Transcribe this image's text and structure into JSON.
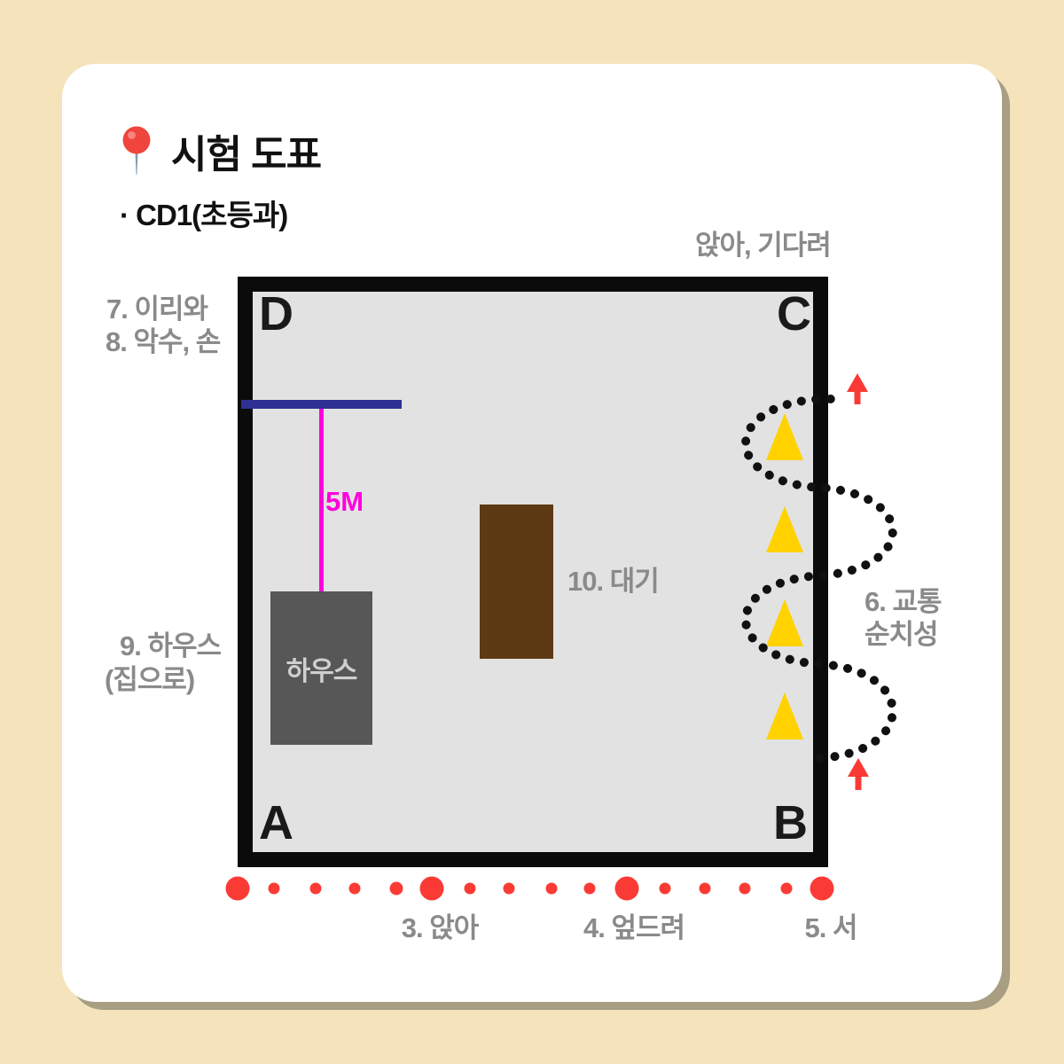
{
  "header": {
    "title": "시험 도표",
    "course": "· CD1(초등과)",
    "icon": "round-pushpin-icon"
  },
  "field": {
    "corners": {
      "top_left": "D",
      "top_right": "C",
      "bottom_left": "A",
      "bottom_right": "B"
    },
    "labels": {
      "sit_wait": "앉아, 기다려",
      "come": "7. 이리와",
      "handshake": "8. 악수, 손",
      "house_step": "9. 하우스",
      "house_paren": "(집으로)",
      "distance": "5M",
      "house_box": "하우스",
      "wait": "10. 대기",
      "traffic_line1": "6. 교통",
      "traffic_line2": "순치성",
      "sit": "3. 앉아",
      "down": "4. 엎드려",
      "stand": "5. 서"
    },
    "icons": {
      "cones": "traffic-cone-icon",
      "slalom": "dotted-slalom-path",
      "arrows": "up-arrow-icon",
      "heel_track": "red-dotted-track"
    },
    "colors": {
      "page_background": "#f5e3bb",
      "card": "#ffffff",
      "card_shadow": "#a89e82",
      "field_fill": "#e2e2e2",
      "wall": "#0b0b0b",
      "label_gray": "#8a8a8a",
      "start_bar_blue": "#2e3191",
      "distance_magenta": "#ff00dc",
      "house_fill": "#575757",
      "house_text": "#cfcfcf",
      "wait_box_brown": "#5d3a13",
      "cone_yellow": "#ffd200",
      "track_red": "#fa3b35",
      "path_dot_black": "#111111"
    }
  }
}
